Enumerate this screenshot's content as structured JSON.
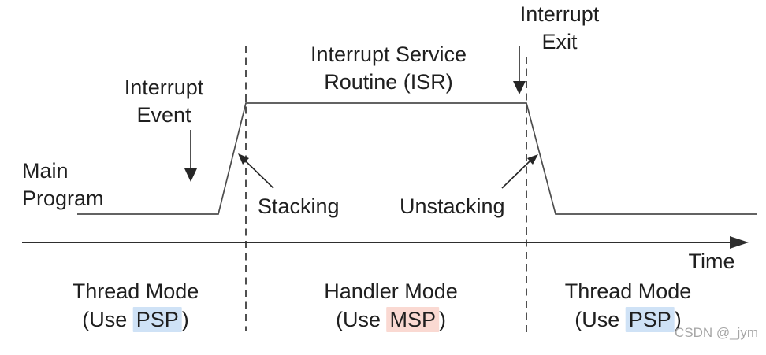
{
  "labels": {
    "interrupt_event": "Interrupt\nEvent",
    "isr": "Interrupt Service\nRoutine (ISR)",
    "interrupt_exit": "Interrupt\nExit",
    "main_program": "Main\nProgram",
    "stacking": "Stacking",
    "unstacking": "Unstacking",
    "time_axis": "Time"
  },
  "modes": [
    {
      "mode": "Thread Mode",
      "use_prefix": "(Use ",
      "stack": "PSP",
      "use_suffix": ")"
    },
    {
      "mode": "Handler Mode",
      "use_prefix": "(Use ",
      "stack": "MSP",
      "use_suffix": ")"
    },
    {
      "mode": "Thread Mode",
      "use_prefix": "(Use ",
      "stack": "PSP",
      "use_suffix": ")"
    }
  ],
  "watermark": "CSDN @_jym",
  "colors": {
    "text-color": "#1f1f1f",
    "line-color": "#4d4d4d",
    "axis-color": "#2e2e2e",
    "dash-color": "#3d3d3d",
    "psp-highlight": "#cfe2f6",
    "msp-highlight": "#fad9d2",
    "watermark-color": "#a6a6a6",
    "bg": "#ffffff"
  }
}
